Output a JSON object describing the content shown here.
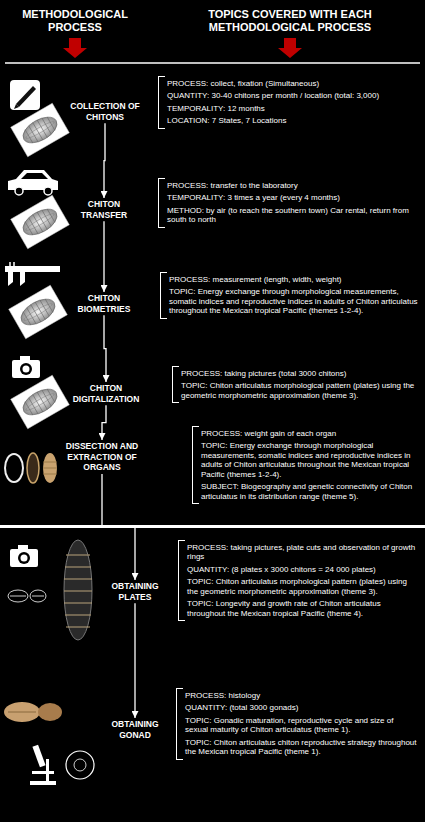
{
  "diagram": {
    "nodes": [
      {
        "text": [
          "COLLECTION OF CHITONS"
        ]
      },
      {
        "text": [
          "PROCESS: collect, fixation (Simultaneous)",
          "QUANTITY: 30-40 chitons per month / location (total: 3,000)",
          "TEMPORALITY: 12 months",
          "LOCATION: 7 States, 7 Locations"
        ]
      },
      {
        "text": [
          "CHITON TRANSFER"
        ]
      },
      {
        "text": [
          "PROCESS: transfer to the laboratory",
          "TEMPORALITY: 3 times a year (every 4 months)",
          "METHOD: by air (to reach the southern town) Car rental, return from south to north"
        ]
      },
      {
        "text": [
          "CHITON BIOMETRIES"
        ]
      },
      {
        "text": [
          "PROCESS: measurement (length, width, weight)",
          "TOPIC: Energy exchange through morphological measurements, somatic indices and reproductive indices in adults of Chiton articulatus throughout the Mexican tropical Pacific (themes 1-2-4)."
        ]
      },
      {
        "text": [
          "CHITON DIGITALIZATION"
        ]
      },
      {
        "text": [
          "PROCESS: taking pictures (total 3000 chitons)",
          "TOPIC: Chiton articulatus morphological pattern (plates) using the geometric morphometric approximation (theme 3)."
        ]
      },
      {
        "text": [
          "DISSECTION AND EXTRACTION OF ORGANS"
        ]
      },
      {
        "text": [
          "PROCESS: weight gain of each organ",
          "TOPIC: Energy exchange through morphological measurements, somatic indices and reproductive indices in adults of Chiton articulatus throughout the Mexican tropical Pacific (themes 1-2-4).",
          "SUBJECT: Biogeography and genetic connectivity of Chiton articulatus in its distribution range (theme 5)."
        ]
      },
      {
        "text": [
          "OBTAINING PLATES"
        ]
      },
      {
        "text": [
          "PROCESS: taking pictures, plate cuts and observation of growth rings",
          "QUANTITY: (8 plates x 3000 chitons = 24 000 plates)",
          "TOPIC: Chiton articulatus morphological pattern (plates) using the geometric morphometric approximation (theme 3).",
          "TOPIC: Longevity and growth rate of Chiton articulatus throughout the Mexican tropical Pacific (theme 4)."
        ]
      },
      {
        "text": [
          "OBTAINING GONAD"
        ]
      },
      {
        "text": [
          "PROCESS: histology",
          "QUANTITY: (total 3000 gonads)",
          "TOPIC: Gonadic maturation, reproductive cycle and size of sexual maturity of Chiton articulatus (theme 1).",
          "TOPIC: Chiton articulatus chiton reproductive strategy throughout the Mexican tropical Pacific (theme 1)."
        ]
      }
    ],
    "edges": [
      {
        "from": 0,
        "to": 2,
        "arrow": "to"
      },
      {
        "from": 2,
        "to": 4,
        "arrow": "to"
      },
      {
        "from": 4,
        "to": 6,
        "arrow": "to"
      },
      {
        "from": 6,
        "to": 8,
        "arrow": "to"
      },
      {
        "from": 8,
        "to": 10,
        "arrow": "to"
      },
      {
        "from": 10,
        "to": 12,
        "arrow": "to"
      }
    ],
    "labels": [
      "METHODOLOGICAL PROCESS",
      "TOPICS COVERED WITH EACH METHODOLOGICAL PROCESS"
    ]
  }
}
